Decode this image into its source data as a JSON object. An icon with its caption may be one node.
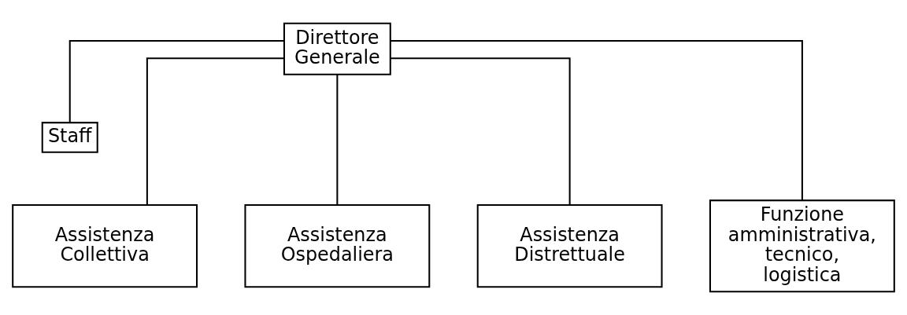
{
  "diagram": {
    "nodes": [
      {
        "text": [
          "Direttore Generale"
        ]
      },
      {
        "text": [
          "Staff"
        ]
      },
      {
        "text": [
          "Assistenza Collettiva"
        ]
      },
      {
        "text": [
          "Assistenza Ospedaliera"
        ]
      },
      {
        "text": [
          "Assistenza Distrettuale"
        ]
      },
      {
        "text": [
          "Funzione amministrativa, tecnico, logistica"
        ]
      }
    ],
    "edges": [
      {
        "from": 0,
        "to": 1,
        "arrow": "none"
      },
      {
        "from": 0,
        "to": 2,
        "arrow": "none"
      },
      {
        "from": 0,
        "to": 3,
        "arrow": "none"
      },
      {
        "from": 0,
        "to": 4,
        "arrow": "none"
      },
      {
        "from": 0,
        "to": 5,
        "arrow": "none"
      }
    ]
  }
}
